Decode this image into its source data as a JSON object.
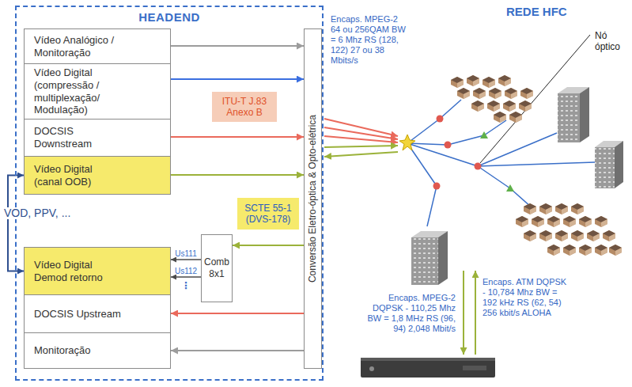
{
  "diagram": {
    "nodes": [
      {
        "text": [
          "HEADEND"
        ]
      },
      {
        "text": [
          "Vídeo Analógico / Monitoração"
        ],
        "in": 0
      },
      {
        "text": [
          "Vídeo Digital (compressão / multiplexação/ Modulação)"
        ],
        "in": 0
      },
      {
        "text": [
          "DOCSIS Downstream"
        ],
        "in": 0
      },
      {
        "text": [
          "Vídeo Digital (canal OOB)"
        ],
        "in": 0
      },
      {
        "text": [
          "Vídeo Digital Demod retorno"
        ],
        "in": 0
      },
      {
        "text": [
          "DOCSIS Upstream"
        ],
        "in": 0
      },
      {
        "text": [
          "Monitoração"
        ],
        "in": 0
      },
      {
        "text": [
          "ITU-T J.83 Anexo B"
        ],
        "in": 0
      },
      {
        "text": [
          "SCTE 55-1 (DVS-178)"
        ],
        "in": 0
      },
      {
        "text": [
          "Comb 8x1"
        ],
        "in": 0
      },
      {
        "text": [
          "Conversão Eletro-óptica & Opto-elétrica"
        ],
        "in": 0
      }
    ],
    "edges": [
      {
        "from": 1,
        "to": 11,
        "arrow": "to"
      },
      {
        "from": 2,
        "to": 11,
        "arrow": "to"
      },
      {
        "from": 3,
        "to": 11,
        "arrow": "to"
      },
      {
        "from": 4,
        "to": 11,
        "arrow": "to"
      },
      {
        "from": 11,
        "to": 10,
        "arrow": "to"
      },
      {
        "from": 10,
        "to": 5,
        "label": "Us111",
        "arrow": "to"
      },
      {
        "from": 10,
        "to": 5,
        "label": "Us112",
        "arrow": "to"
      },
      {
        "from": 11,
        "to": 6,
        "arrow": "to"
      },
      {
        "from": 11,
        "to": 7,
        "arrow": "to"
      },
      {
        "from": 4,
        "to": 5,
        "label": "VOD, PPV, ...",
        "arrow": "both"
      }
    ],
    "labels": [
      "REDE HFC",
      "Encaps. MPEG-2 64 ou 256QAM BW = 6 Mhz RS (128, 122) 27 ou 38 Mbits/s",
      "Nó óptico",
      "⋮",
      "Encaps. MPEG-2 DQPSK - 110,25 Mhz BW = 1,8 MHz RS (96, 94) 2,048 Mbit/s",
      "Encaps. ATM DQPSK - 10,784 Mhz BW = 192 kHz RS (62, 54) 256 kbit/s ALOHA"
    ]
  }
}
